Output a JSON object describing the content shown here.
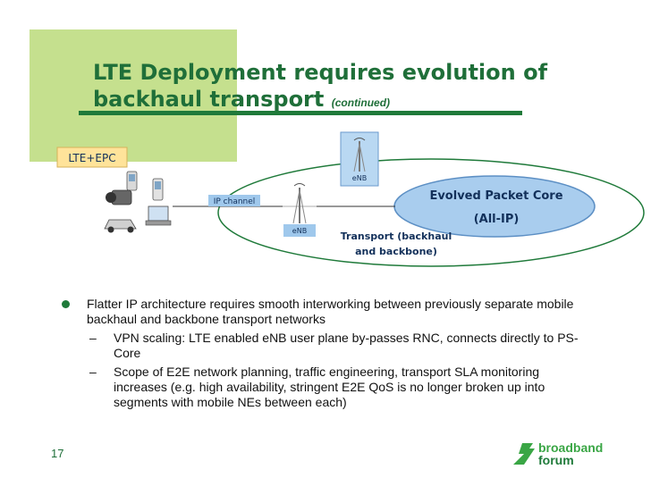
{
  "slide": {
    "title_line1": "LTE Deployment requires evolution of",
    "title_line2": "backhaul transport",
    "title_suffix": "(continued)",
    "page_number": "17"
  },
  "diagram": {
    "lte_epc_label": "LTE+EPC",
    "ip_channel_label": "IP channel",
    "enb_top_label": "eNB",
    "enb_mid_label": "eNB",
    "core_line1": "Evolved Packet Core",
    "core_line2": "(All-IP)",
    "transport_line1": "Transport (backhaul",
    "transport_line2": "and backbone)"
  },
  "bullets": [
    {
      "text": "Flatter IP architecture requires smooth interworking between previously separate mobile backhaul and backbone transport networks",
      "children": [
        {
          "dash": "–",
          "text": "VPN scaling: LTE enabled eNB user plane by-passes RNC, connects directly to PS-Core"
        },
        {
          "dash": "–",
          "text": "Scope of E2E network planning, traffic engineering, transport SLA monitoring increases (e.g. high availability, stringent E2E QoS is no longer broken up into segments with mobile NEs between each)"
        }
      ]
    }
  ],
  "logo": {
    "line1": "broadband",
    "line2": "forum"
  },
  "colors": {
    "title_green": "#1f6f39",
    "accent_light_green": "#c5e08e",
    "core_blue": "#9fc8ec",
    "ellipse_stroke": "#1f7a3a"
  }
}
